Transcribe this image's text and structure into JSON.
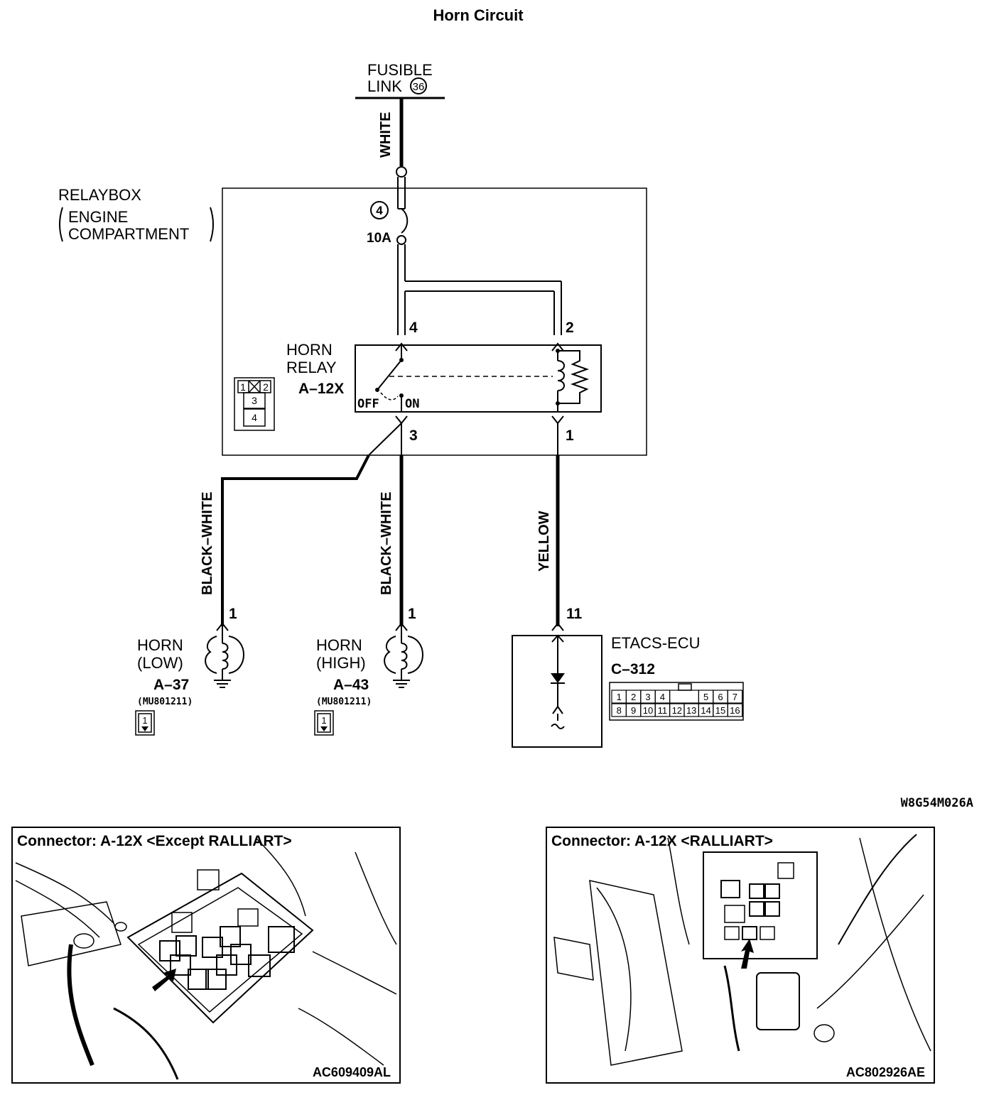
{
  "title": "Horn Circuit",
  "fusible_link": {
    "line1": "FUSIBLE",
    "line2": "LINK",
    "number": "36"
  },
  "wires": {
    "white": "WHITE",
    "black_white_low": "BLACK–WHITE",
    "black_white_high": "BLACK–WHITE",
    "yellow": "YELLOW"
  },
  "relaybox": {
    "line1": "RELAYBOX",
    "line2": "ENGINE",
    "line3": "COMPARTMENT"
  },
  "fuse": {
    "number": "4",
    "rating": "10A"
  },
  "relay": {
    "line1": "HORN",
    "line2": "RELAY",
    "code": "A–12X",
    "off": "OFF",
    "on": "ON",
    "pin_top_left": "4",
    "pin_top_right": "2",
    "pin_bottom_left": "3",
    "pin_bottom_right": "1"
  },
  "relay_connector": {
    "pins": [
      "1",
      "2",
      "3",
      "4"
    ]
  },
  "horn_low": {
    "line1": "HORN",
    "line2": "(LOW)",
    "code": "A–37",
    "part": "(MU801211)",
    "pin": "1",
    "connector_pin": "1"
  },
  "horn_high": {
    "line1": "HORN",
    "line2": "(HIGH)",
    "code": "A–43",
    "part": "(MU801211)",
    "pin": "1",
    "connector_pin": "1"
  },
  "ecu": {
    "name": "ETACS-ECU",
    "code": "C–312",
    "pin": "11",
    "connector_row1": [
      "1",
      "2",
      "3",
      "4",
      "",
      "5",
      "6",
      "7"
    ],
    "connector_row2": [
      "8",
      "9",
      "10",
      "11",
      "12",
      "13",
      "14",
      "15",
      "16"
    ]
  },
  "diagram_code": "W8G54M026A",
  "panels": [
    {
      "title": "Connector: A-12X <Except RALLIART>",
      "code": "AC609409AL"
    },
    {
      "title": "Connector: A-12X <RALLIART>",
      "code": "AC802926AE"
    }
  ]
}
